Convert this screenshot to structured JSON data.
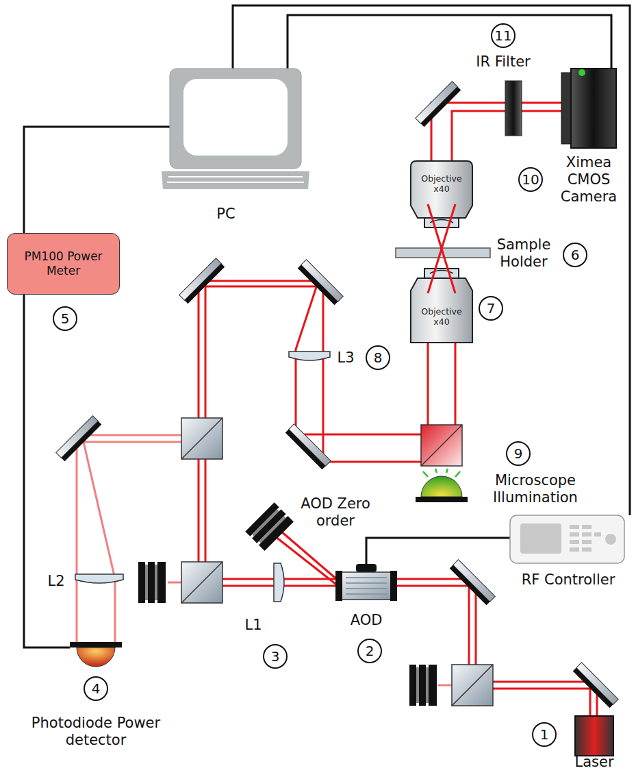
{
  "diagram": {
    "nodes": [
      {
        "text": [
          "PM100 Power Meter"
        ]
      },
      {
        "text": [
          "Objective x40"
        ]
      },
      {
        "text": [
          "Objective x40"
        ]
      }
    ],
    "edges": [
      {
        "from": 2,
        "to": 1,
        "arrow": "none"
      }
    ],
    "labels": [
      "11",
      "IR Filter",
      "10",
      "Ximea CMOS Camera",
      "PC",
      "5",
      "Sample Holder",
      "6",
      "7",
      "L3",
      "8",
      "9",
      "Microscope Illumination",
      "AOD Zero order",
      "L2",
      "L1",
      "3",
      "AOD",
      "2",
      "RF Controller",
      "4",
      "Photodiode Power detector",
      "1",
      "Laser"
    ]
  }
}
